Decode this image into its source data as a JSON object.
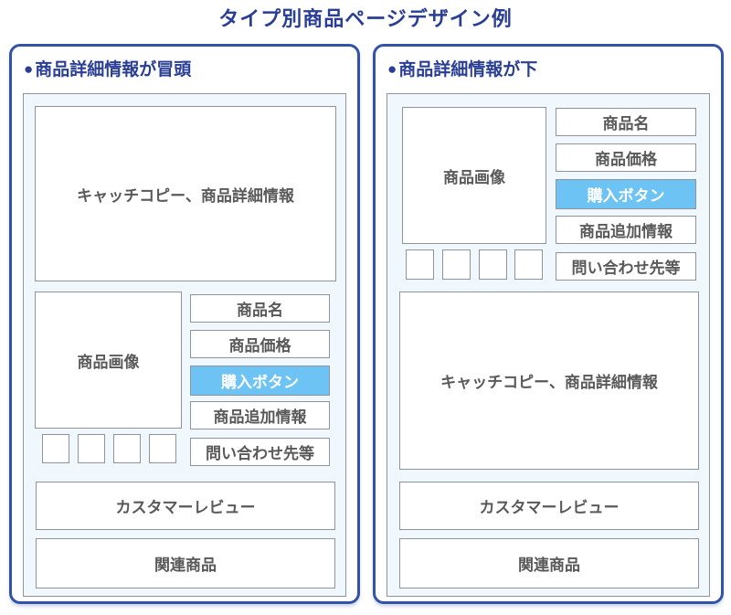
{
  "title": "タイプ別商品ページデザイン例",
  "bullet": "●",
  "panels": [
    {
      "header": "商品詳細情報が冒頭"
    },
    {
      "header": "商品詳細情報が下"
    }
  ],
  "labels": {
    "catch_copy": "キャッチコピー、商品詳細情報",
    "product_image": "商品画像",
    "product_name": "商品名",
    "product_price": "商品価格",
    "buy_button": "購入ボタン",
    "additional_info": "商品追加情報",
    "contact": "問い合わせ先等",
    "customer_review": "カスタマーレビュー",
    "related_products": "関連商品"
  },
  "colors": {
    "heading_navy": "#293e94",
    "panel_border": "#3253a8",
    "container_bg": "#f1f8fd",
    "box_border": "#8e949b",
    "label_gray": "#595959",
    "buy_button_bg": "#6dc3f4",
    "buy_button_text": "#ffffff"
  }
}
